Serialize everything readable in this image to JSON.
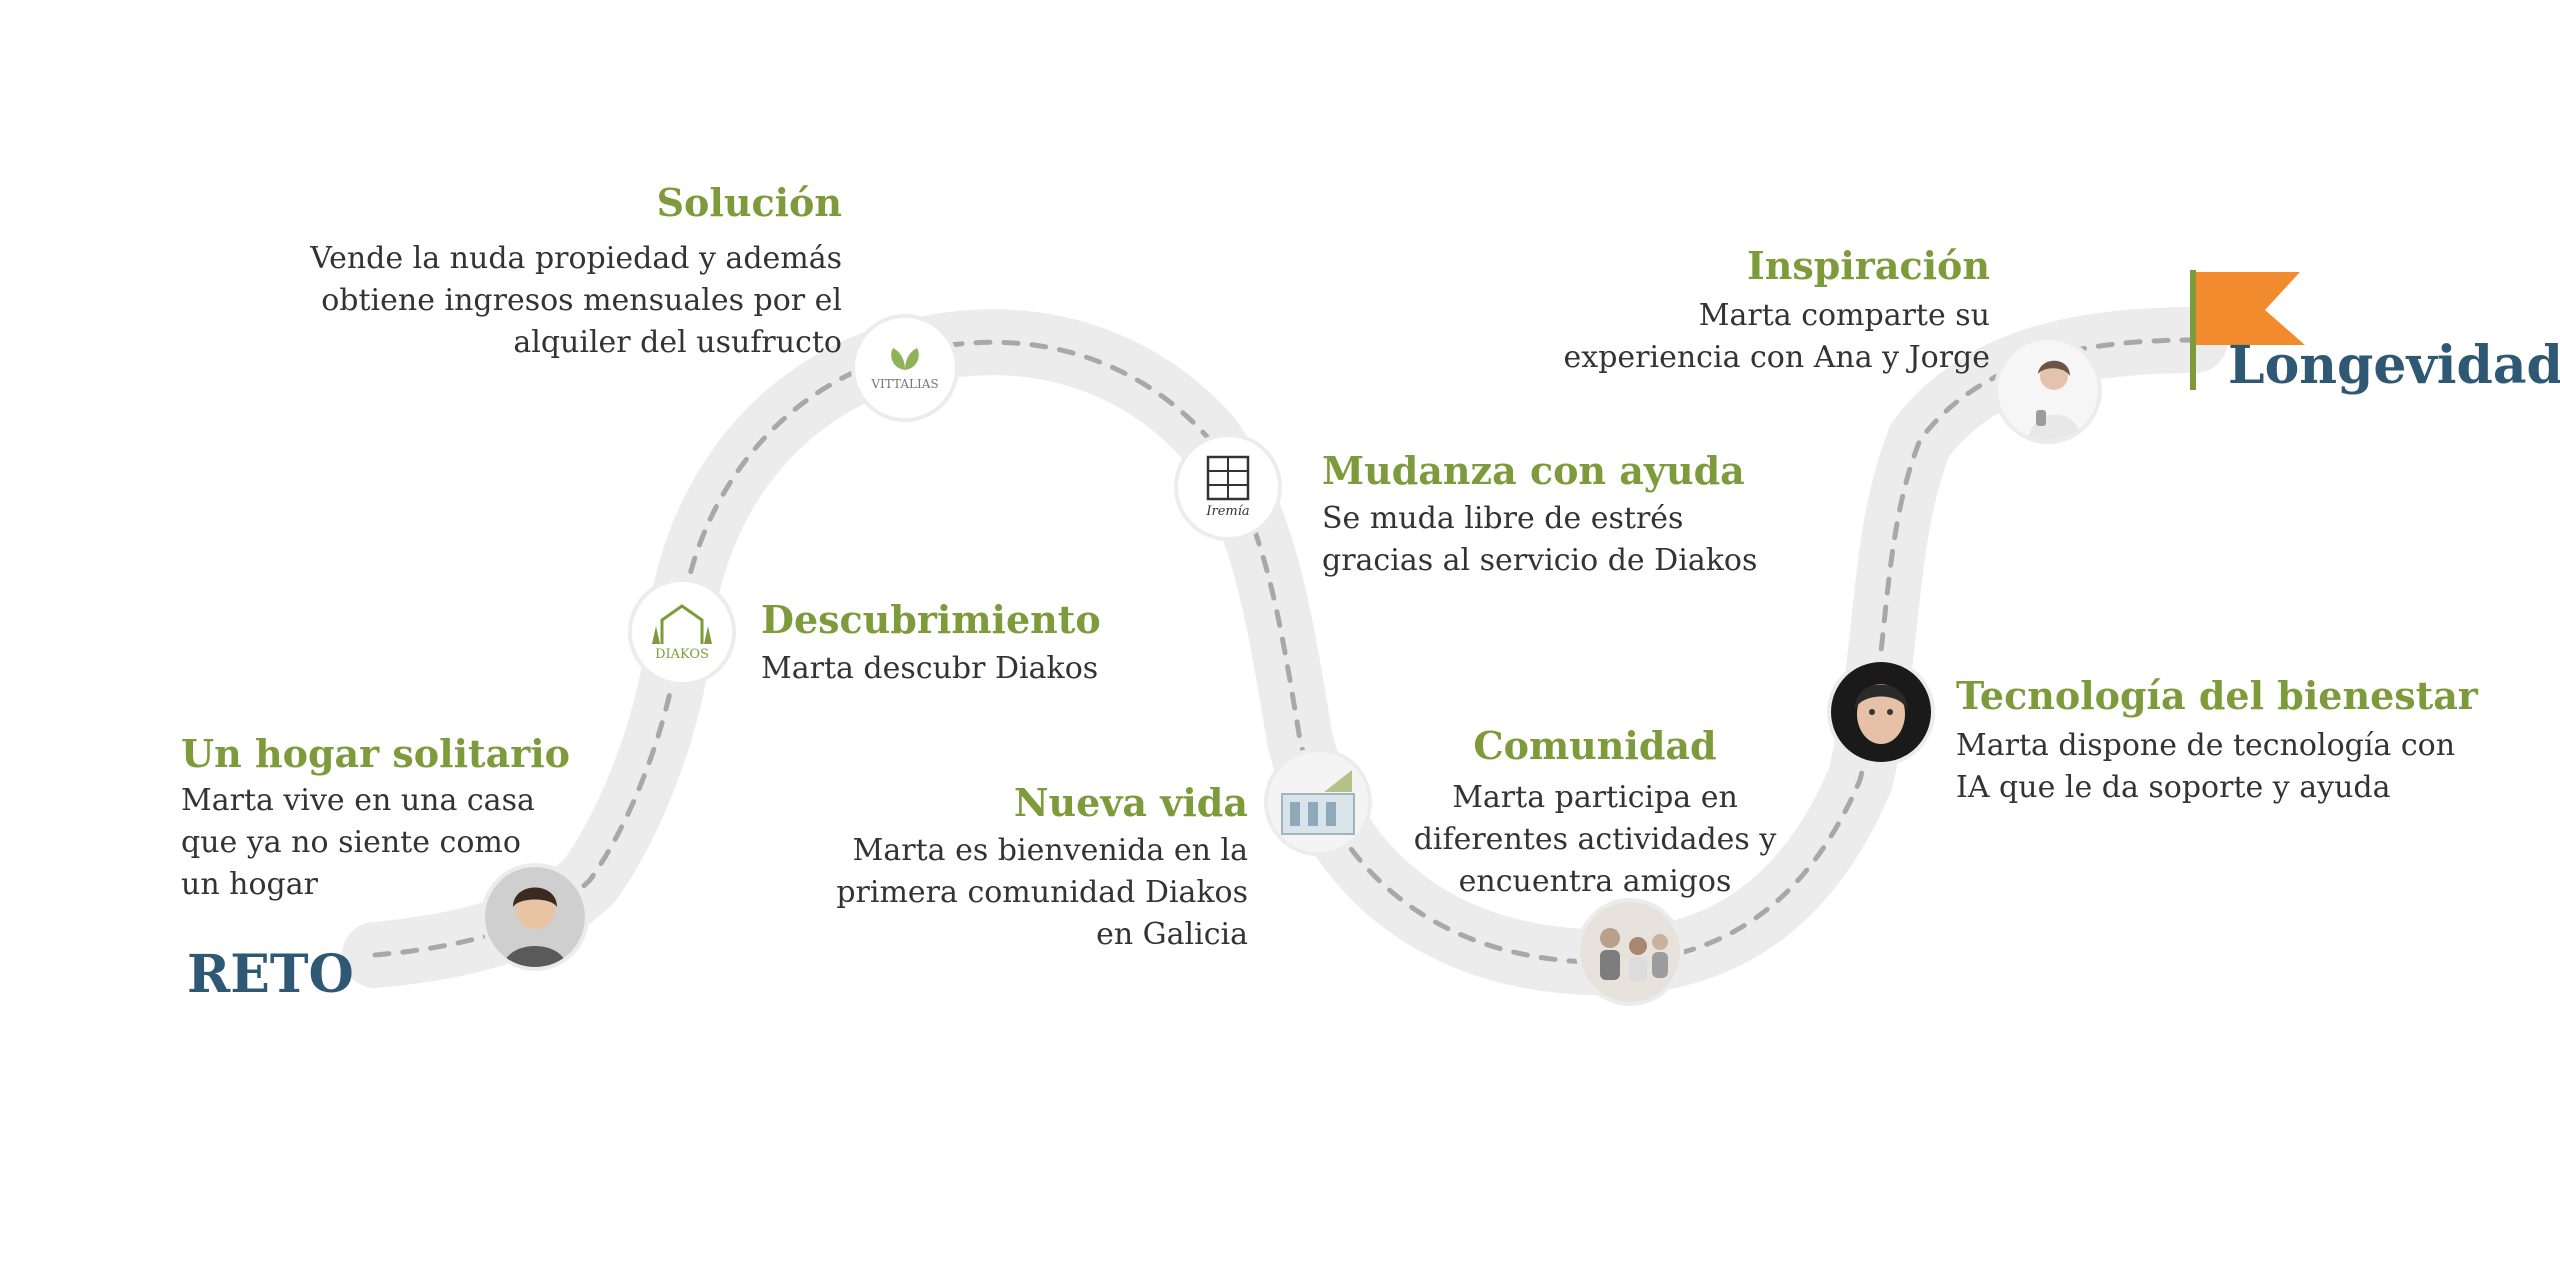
{
  "colors": {
    "accent": "#7d9b3a",
    "navy": "#2f5874",
    "flag": "#f28a2e",
    "text": "#333333",
    "road": "#ececec",
    "dash": "#a8a8a8"
  },
  "start_label": "RETO",
  "end_label": "Longevidad",
  "logos": {
    "vittalias": "VITTALIAS",
    "iremia": "Iremía",
    "diakos": "DIAKOS"
  },
  "milestones": [
    {
      "title": "Un hogar solitario",
      "lines": [
        "Marta vive en una casa",
        "que ya no siente como",
        "un hogar"
      ],
      "icon": "woman-portrait-icon"
    },
    {
      "title": "Descubrimiento",
      "lines": [
        "Marta descubr Diakos"
      ],
      "icon": "diakos-logo-icon"
    },
    {
      "title": "Solución",
      "lines": [
        "Vende la nuda propiedad y además",
        "obtiene ingresos mensuales por el",
        "alquiler del usufructo"
      ],
      "icon": "vittalias-logo-icon"
    },
    {
      "title": "Mudanza con ayuda",
      "lines": [
        "Se muda libre de estrés",
        "gracias al servicio de Diakos"
      ],
      "icon": "iremia-logo-icon"
    },
    {
      "title": "Nueva vida",
      "lines": [
        "Marta es bienvenida en la",
        "primera comunidad Diakos",
        "en Galicia"
      ],
      "icon": "building-icon"
    },
    {
      "title": "Comunidad",
      "lines": [
        "Marta participa en",
        "diferentes actividades y",
        "encuentra amigos"
      ],
      "icon": "group-activity-icon"
    },
    {
      "title": "Tecnología del bienestar",
      "lines": [
        "Marta dispone de tecnología con",
        "IA que le da soporte y ayuda"
      ],
      "icon": "robot-face-icon"
    },
    {
      "title": "Inspiración",
      "lines": [
        "Marta comparte su",
        "experiencia con Ana y Jorge"
      ],
      "icon": "person-portrait-icon"
    }
  ]
}
